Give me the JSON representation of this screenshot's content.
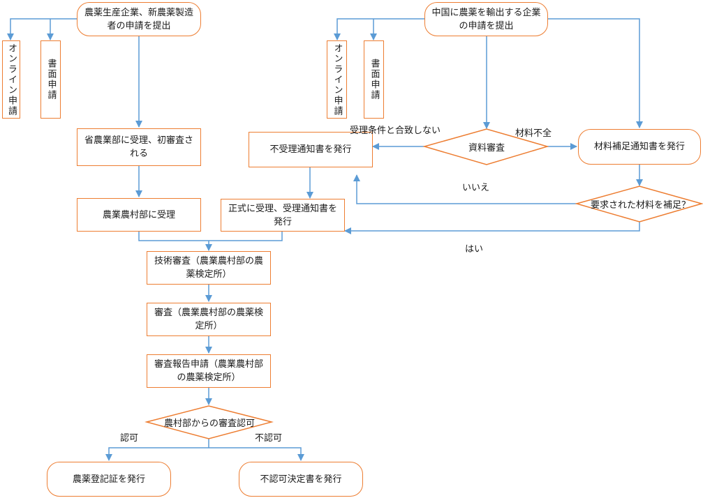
{
  "colors": {
    "node_border": "#ED7D31",
    "connector": "#5B9BD5",
    "text": "#1a1a1a"
  },
  "left": {
    "start": "農薬生産企業、新農薬製造者の申請を提出",
    "online": "オンライン申請",
    "paper": "書面申請",
    "provincial": "省農業部に受理、初審査される",
    "ministry": "農業農村部に受理"
  },
  "right": {
    "start": "中国に農薬を輸出する企業の申請を提出",
    "online": "オンライン申請",
    "paper": "書面申請",
    "review": "資料審査",
    "reject": "不受理通知書を発行",
    "supplement": "材料補足通知書を発行",
    "supplemented_q": "要求された材料を補足？",
    "accept": "正式に受理、受理通知書を発行"
  },
  "flow": {
    "tech_review": "技術審査（農業農村部の農薬検定所）",
    "review": "審査（農業農村部の農薬検定所）",
    "report": "審査報告申請（農業農村部の農薬検定所）",
    "approval_q": "農村部からの審査認可",
    "issue_cert": "農薬登記証を発行",
    "issue_denial": "不認可決定書を発行"
  },
  "edge_labels": {
    "not_meet": "受理条件と合致しない",
    "incomplete": "材料不全",
    "no": "いいえ",
    "yes": "はい",
    "approved": "認可",
    "not_approved": "不認可"
  }
}
